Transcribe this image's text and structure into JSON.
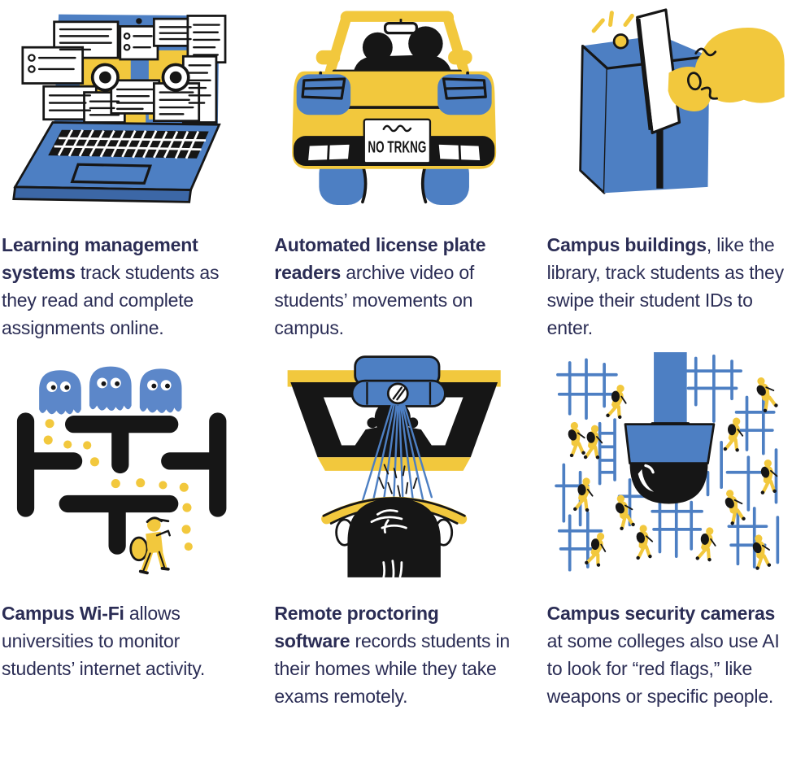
{
  "colors": {
    "blue": "#4d7fc3",
    "ghost_blue": "#5c87c9",
    "yellow": "#f2c83d",
    "ink_black": "#161616",
    "text_navy": "#2b2d55",
    "white": "#ffffff"
  },
  "panels": [
    {
      "id": "lms",
      "bold": "Learning management systems",
      "text": " track students as they read and complete assignments online."
    },
    {
      "id": "license-plate-readers",
      "bold": "Automated license plate readers",
      "text": " archive video of students’ movements on campus.",
      "plate_text": "NO TRKNG"
    },
    {
      "id": "campus-buildings",
      "bold": "Campus buildings",
      "text": ", like the library, track students as they swipe their student IDs to enter."
    },
    {
      "id": "campus-wifi",
      "bold": "Campus Wi-Fi",
      "text": " allows universities to monitor students’ internet activity."
    },
    {
      "id": "remote-proctoring",
      "bold": "Remote proctoring software",
      "text": " records students in their homes while they take exams remotely."
    },
    {
      "id": "security-cameras",
      "bold": "Campus security cameras",
      "text": " at some colleges also use AI to look for “red flags,” like weapons or specific people."
    }
  ]
}
